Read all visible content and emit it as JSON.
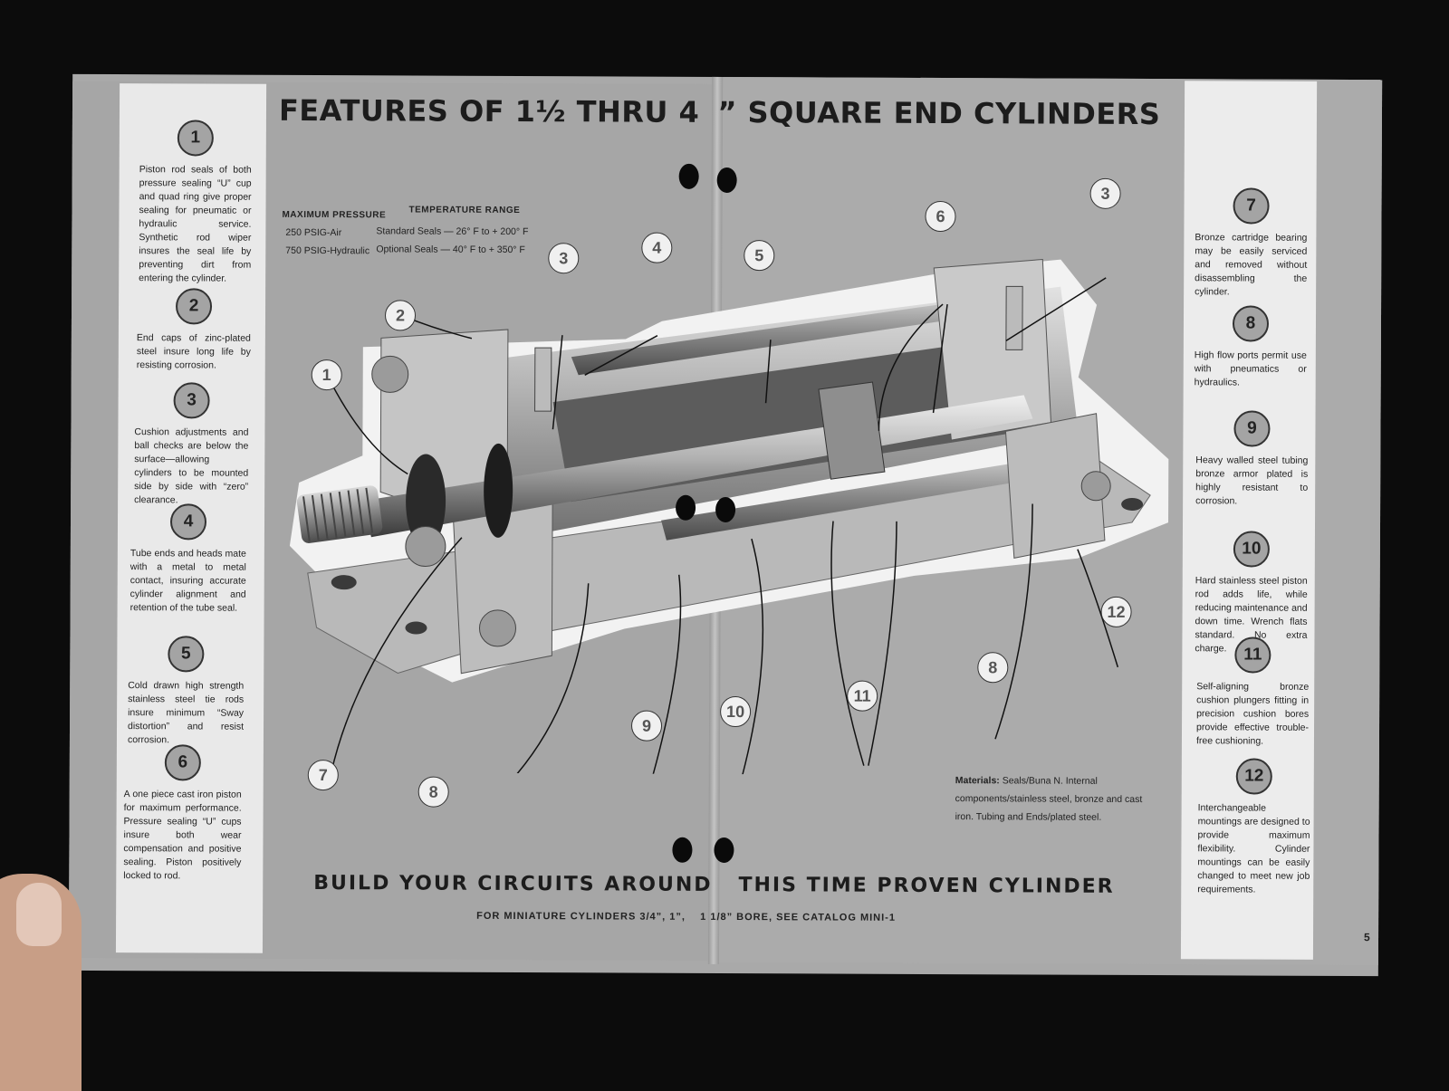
{
  "title": {
    "part1": "FEATURES OF 1½ THRU 4",
    "part2": "” SQUARE END CYLINDERS"
  },
  "specs": {
    "max_pressure_header": "MAXIMUM PRESSURE",
    "temp_range_header": "TEMPERATURE RANGE",
    "pressure_air": "250 PSIG-Air",
    "pressure_hydraulic": "750 PSIG-Hydraulic",
    "temp_standard": "Standard Seals — 26° F to + 200° F",
    "temp_optional": "Optional Seals — 40° F to + 350° F"
  },
  "features": [
    {
      "number": "1",
      "text": "Piston rod seals of both pressure sealing “U” cup and quad ring give proper sealing for pneumatic or hydraulic service. Synthetic rod wiper insures the seal life by preventing dirt from entering the cylinder."
    },
    {
      "number": "2",
      "text": "End caps of zinc-plated steel insure long life by resisting corrosion."
    },
    {
      "number": "3",
      "text": "Cushion adjustments and ball checks are below the surface—allowing cylinders to be mounted side by side with “zero” clearance."
    },
    {
      "number": "4",
      "text": "Tube ends and heads mate with a metal to metal contact, insuring accurate cylinder alignment and retention of the tube seal."
    },
    {
      "number": "5",
      "text": "Cold drawn high strength stainless steel tie rods insure minimum “Sway distortion” and resist corrosion."
    },
    {
      "number": "6",
      "text": "A one piece cast iron piston for maximum performance. Pressure sealing “U” cups insure both wear compensation and positive sealing. Piston positively locked to rod."
    },
    {
      "number": "7",
      "text": "Bronze cartridge bearing may be easily serviced and removed without disassembling the cylinder."
    },
    {
      "number": "8",
      "text": "High flow ports permit use with pneumatics or hydraulics."
    },
    {
      "number": "9",
      "text": "Heavy walled steel tubing bronze armor plated is highly resistant to corrosion."
    },
    {
      "number": "10",
      "text": "Hard stainless steel piston rod adds life, while reducing maintenance and down time. Wrench flats standard. No extra charge."
    },
    {
      "number": "11",
      "text": "Self-aligning bronze cushion plungers fitting in precision cushion bores provide effective trouble-free cushioning."
    },
    {
      "number": "12",
      "text": "Interchangeable mountings are designed to provide maximum flexibility. Cylinder mountings can be easily changed to meet new job requirements."
    }
  ],
  "callouts": [
    "1",
    "2",
    "3",
    "4",
    "5",
    "6",
    "3",
    "7",
    "8",
    "9",
    "10",
    "11",
    "8",
    "12"
  ],
  "materials": {
    "label": "Materials:",
    "text": "Seals/Buna N. Internal components/stainless steel, bronze and cast iron. Tubing and Ends/plated steel."
  },
  "footer": {
    "build_left": "BUILD YOUR CIRCUITS AROUND",
    "build_right": "THIS TIME PROVEN CYLINDER",
    "mini_left": "FOR MINIATURE CYLINDERS 3/4”, 1”,",
    "mini_right": "1 1/8” BORE, SEE CATALOG MINI-1"
  },
  "page_number": "5"
}
